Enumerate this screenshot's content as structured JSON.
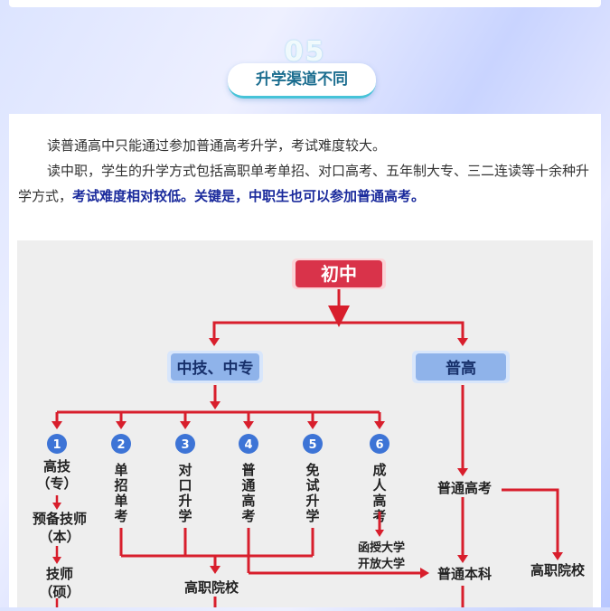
{
  "section": {
    "number": "05",
    "title": "升学渠道不同"
  },
  "paragraphs": {
    "p1": "读普通高中只能通过参加普通高考升学，考试难度较大。",
    "p2_plain": "读中职，学生的升学方式包括高职单考单招、对口高考、五年制大专、三二连读等十余种升学方式，",
    "p2_highlight": "考试难度相对较低。关键是，中职生也可以参加普通高考。"
  },
  "diagram": {
    "root": "初中",
    "left_branch": "中技、中专",
    "right_branch": "普高",
    "routes": [
      {
        "n": "1",
        "label": "高技\n（专）"
      },
      {
        "n": "2",
        "label": "单招单考"
      },
      {
        "n": "3",
        "label": "对口升学"
      },
      {
        "n": "4",
        "label": "普通高考"
      },
      {
        "n": "5",
        "label": "免试升学"
      },
      {
        "n": "6",
        "label": "成人高考"
      }
    ],
    "chain": [
      "预备技师\n（本）",
      "技师\n（硕）"
    ],
    "adult": "函授大学\n开放大学",
    "gaokao": "普通高考",
    "undergrad": "普通本科",
    "vocational_college_left": "高职院校",
    "vocational_college_right": "高职院校",
    "colors": {
      "red": "#d81e2c",
      "blue_box": "#8fb3ea",
      "circle": "#3d74d6",
      "root_box": "#d9334a"
    }
  }
}
